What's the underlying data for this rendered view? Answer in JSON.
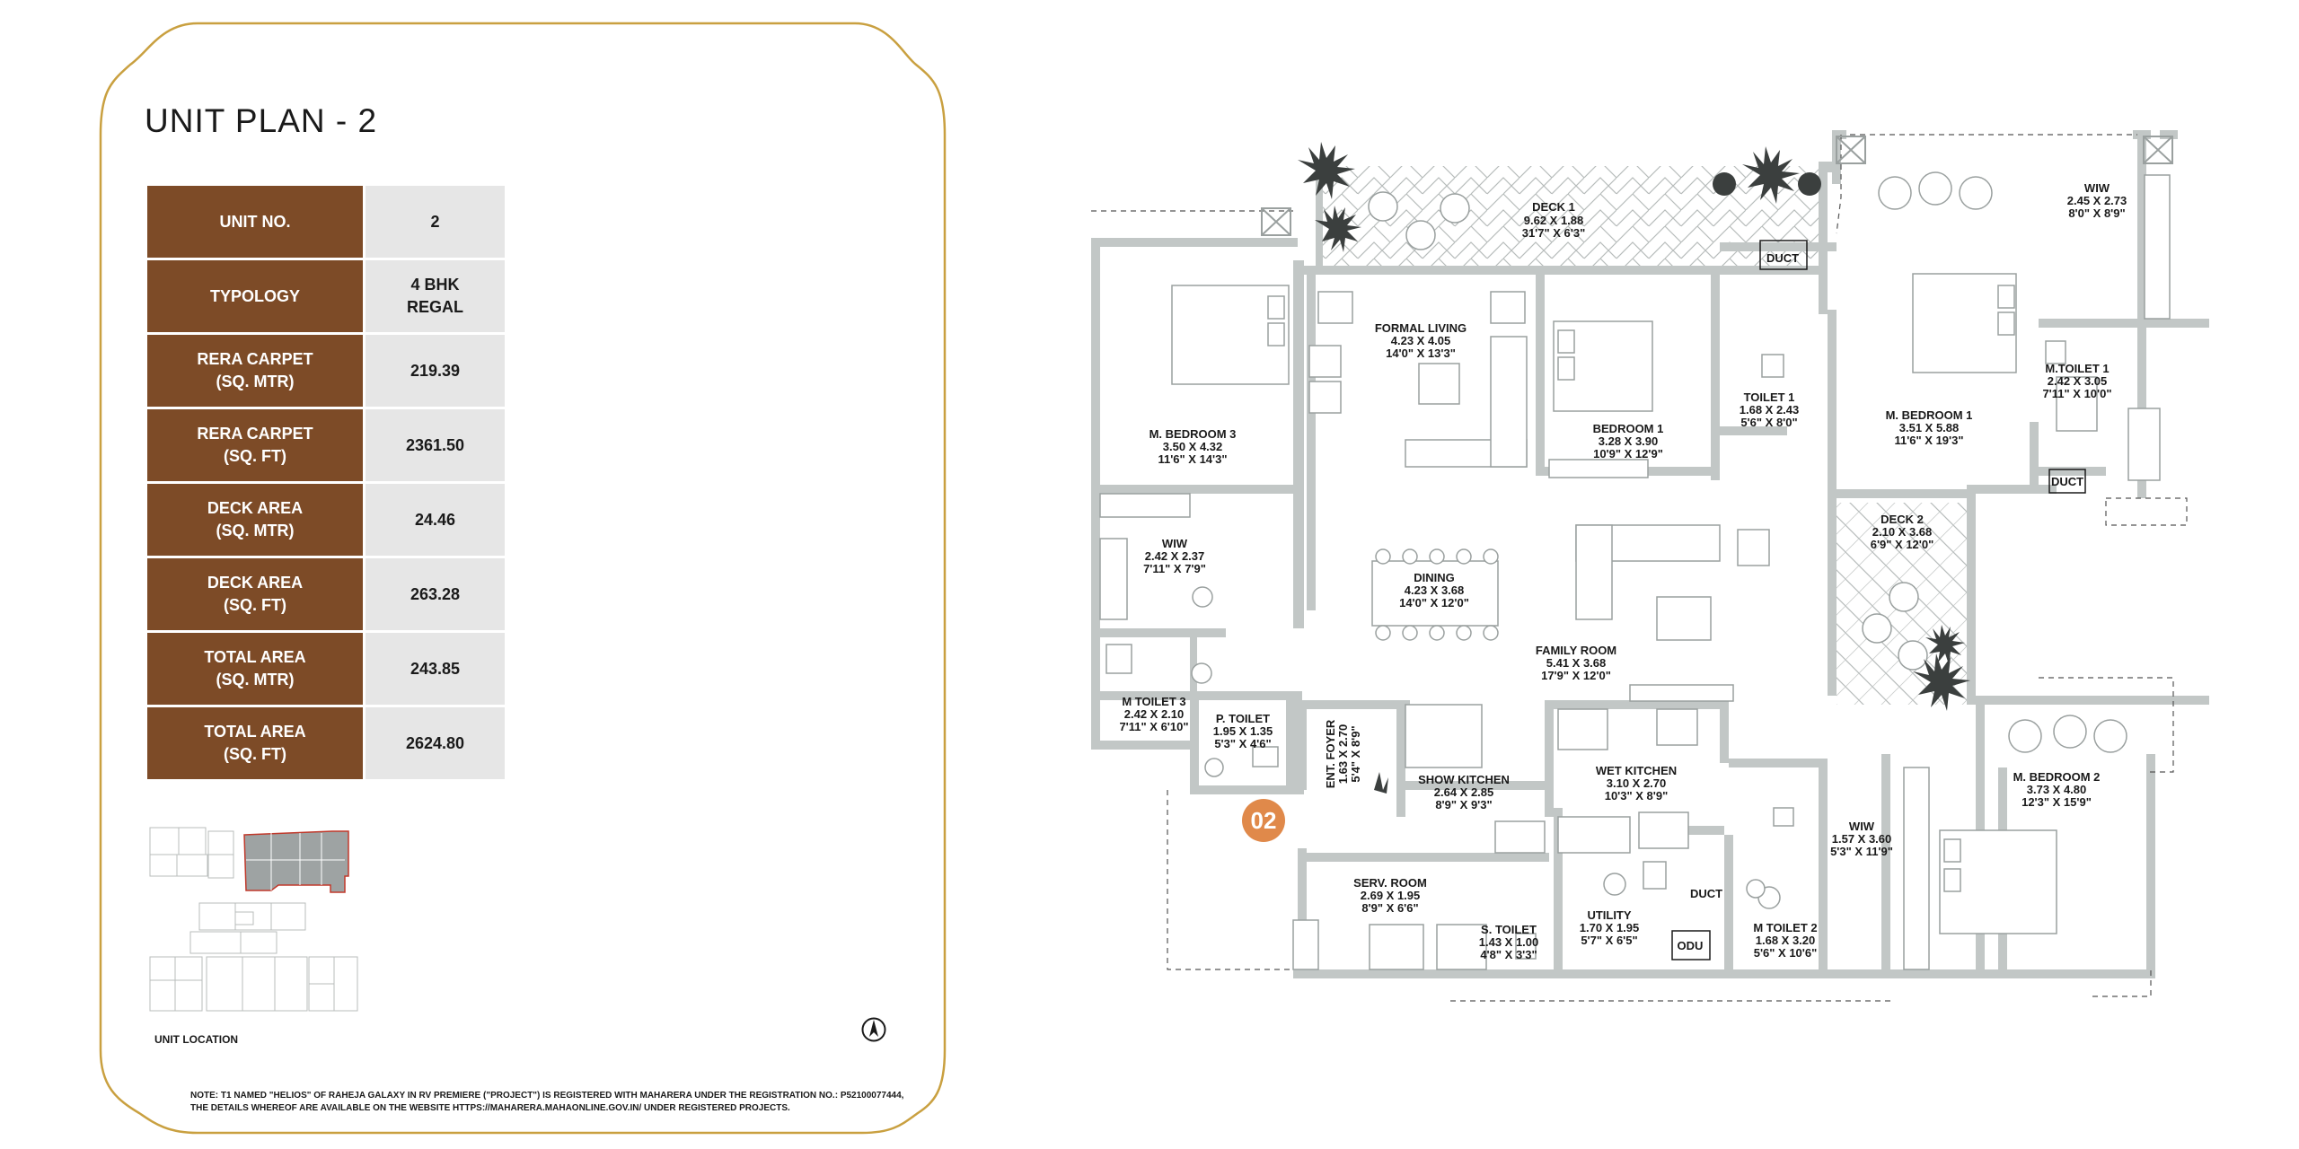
{
  "page_title": "UNIT PLAN - 2",
  "colors": {
    "frame_gold": "#c9a040",
    "label_brown": "#7d4b27",
    "value_grey": "#e6e6e6",
    "wall_grey": "#c2c7c6",
    "badge_orange": "#e0894a"
  },
  "spec_table": [
    {
      "label": "UNIT NO.",
      "value": "2"
    },
    {
      "label": "TYPOLOGY",
      "value": "4 BHK\nREGAL"
    },
    {
      "label": "RERA CARPET\n(SQ. MTR)",
      "value": "219.39"
    },
    {
      "label": "RERA CARPET\n(SQ. FT)",
      "value": "2361.50"
    },
    {
      "label": "DECK AREA\n(SQ. MTR)",
      "value": "24.46"
    },
    {
      "label": "DECK AREA\n(SQ. FT)",
      "value": "263.28"
    },
    {
      "label": "TOTAL AREA\n(SQ. MTR)",
      "value": "243.85"
    },
    {
      "label": "TOTAL AREA\n(SQ. FT)",
      "value": "2624.80"
    }
  ],
  "unit_location_label": "UNIT LOCATION",
  "north_icon": "north-arrow-icon",
  "note_line1": "NOTE: T1 NAMED \"HELIOS\" OF RAHEJA GALAXY IN RV PREMIERE (\"PROJECT\") IS REGISTERED WITH MAHARERA UNDER THE REGISTRATION NO.: P52100077444,",
  "note_line2": "THE DETAILS WHEREOF ARE AVAILABLE ON THE WEBSITE HTTPS://MAHARERA.MAHAONLINE.GOV.IN/ UNDER REGISTERED PROJECTS.",
  "unit_badge": "02",
  "rooms": {
    "deck1": {
      "name": "DECK 1",
      "metric": "9.62 X 1.88",
      "imperial": "31'7\" X 6'3\""
    },
    "wiw_top": {
      "name": "WIW",
      "metric": "2.45 X 2.73",
      "imperial": "8'0\" X 8'9\""
    },
    "duct_top": {
      "name": "DUCT"
    },
    "formal_living": {
      "name": "FORMAL LIVING",
      "metric": "4.23 X 4.05",
      "imperial": "14'0\" X 13'3\""
    },
    "mtoilet1": {
      "name": "M.TOILET 1",
      "metric": "2.42 X 3.05",
      "imperial": "7'11\" X 10'0\""
    },
    "toilet1": {
      "name": "TOILET 1",
      "metric": "1.68 X 2.43",
      "imperial": "5'6\" X 8'0\""
    },
    "mbedroom3": {
      "name": "M. BEDROOM 3",
      "metric": "3.50 X 4.32",
      "imperial": "11'6\" X 14'3\""
    },
    "bedroom1": {
      "name": "BEDROOM 1",
      "metric": "3.28 X 3.90",
      "imperial": "10'9\" X 12'9\""
    },
    "mbedroom1": {
      "name": "M. BEDROOM 1",
      "metric": "3.51 X 5.88",
      "imperial": "11'6\" X 19'3\""
    },
    "duct_right": {
      "name": "DUCT"
    },
    "deck2": {
      "name": "DECK 2",
      "metric": "2.10 X 3.68",
      "imperial": "6'9\" X 12'0\""
    },
    "wiw_left": {
      "name": "WIW",
      "metric": "2.42 X 2.37",
      "imperial": "7'11\" X 7'9\""
    },
    "dining": {
      "name": "DINING",
      "metric": "4.23 X 3.68",
      "imperial": "14'0\" X 12'0\""
    },
    "family_room": {
      "name": "FAMILY ROOM",
      "metric": "5.41 X 3.68",
      "imperial": "17'9\" X 12'0\""
    },
    "mtoilet3": {
      "name": "M TOILET 3",
      "metric": "2.42 X 2.10",
      "imperial": "7'11\" X 6'10\""
    },
    "ptoilet": {
      "name": "P. TOILET",
      "metric": "1.95 X 1.35",
      "imperial": "5'3\" X 4'6\""
    },
    "ent_foyer": {
      "name": "ENT. FOYER",
      "metric": "1.63 X 2.70",
      "imperial": "5'4\" X 8'9\""
    },
    "show_kitchen": {
      "name": "SHOW KITCHEN",
      "metric": "2.64 X 2.85",
      "imperial": "8'9\" X 9'3\""
    },
    "wet_kitchen": {
      "name": "WET KITCHEN",
      "metric": "3.10 X 2.70",
      "imperial": "10'3\" X 8'9\""
    },
    "mbedroom2": {
      "name": "M. BEDROOM 2",
      "metric": "3.73 X 4.80",
      "imperial": "12'3\" X 15'9\""
    },
    "wiw_mid": {
      "name": "WIW",
      "metric": "1.57 X 3.60",
      "imperial": "5'3\" X 11'9\""
    },
    "serv_room": {
      "name": "SERV. ROOM",
      "metric": "2.69 X 1.95",
      "imperial": "8'9\" X 6'6\""
    },
    "stoilet": {
      "name": "S. TOILET",
      "metric": "1.43 X 1.00",
      "imperial": "4'8\" X 3'3\""
    },
    "utility": {
      "name": "UTILITY",
      "metric": "1.70 X 1.95",
      "imperial": "5'7\" X 6'5\""
    },
    "duct_bottom": {
      "name": "DUCT"
    },
    "odu": {
      "name": "ODU"
    },
    "mtoilet2": {
      "name": "M TOILET 2",
      "metric": "1.68 X 3.20",
      "imperial": "5'6\" X 10'6\""
    }
  }
}
